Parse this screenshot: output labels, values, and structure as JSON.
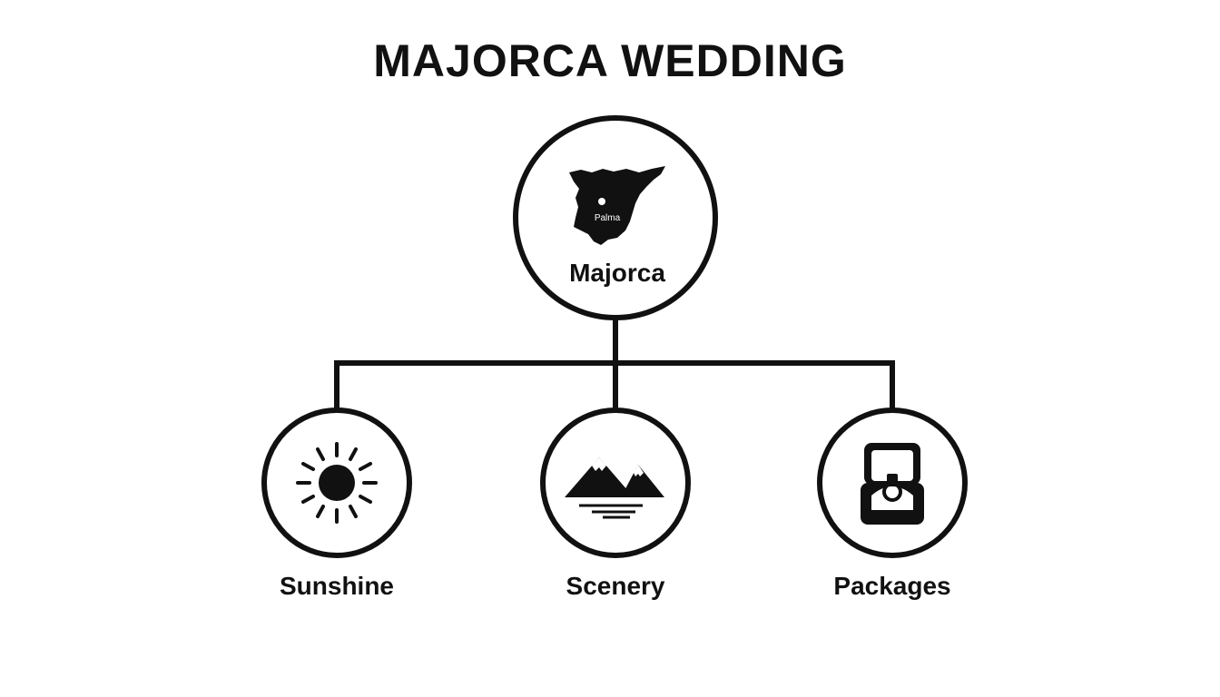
{
  "title": "MAJORCA WEDDING",
  "root": {
    "label": "Majorca",
    "map_label": "Palma",
    "icon": "spain-map-icon"
  },
  "children": [
    {
      "label": "Sunshine",
      "icon": "sun-icon"
    },
    {
      "label": "Scenery",
      "icon": "mountains-icon"
    },
    {
      "label": "Packages",
      "icon": "ring-box-icon"
    }
  ],
  "colors": {
    "stroke": "#111111",
    "background": "#ffffff"
  }
}
